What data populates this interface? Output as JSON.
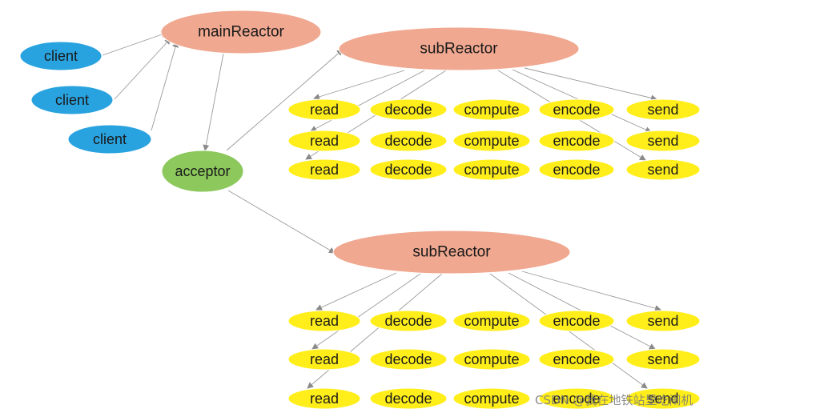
{
  "colors": {
    "client": "#29a3e0",
    "main_reactor": "#f0a890",
    "acceptor": "#8cc85c",
    "sub_reactor": "#f0a890",
    "task": "#ffee1a",
    "edge": "#9a9a9a",
    "text": "#1a1a1a"
  },
  "nodes": {
    "clients": [
      "client",
      "client",
      "client"
    ],
    "main_reactor": "mainReactor",
    "acceptor": "acceptor",
    "sub_reactors": [
      "subReactor",
      "subReactor"
    ]
  },
  "task_columns": [
    "read",
    "decode",
    "compute",
    "encode",
    "send"
  ],
  "task_rows_per_subreactor": 3,
  "watermark": "CSDN @我在地铁站里吃闸机"
}
